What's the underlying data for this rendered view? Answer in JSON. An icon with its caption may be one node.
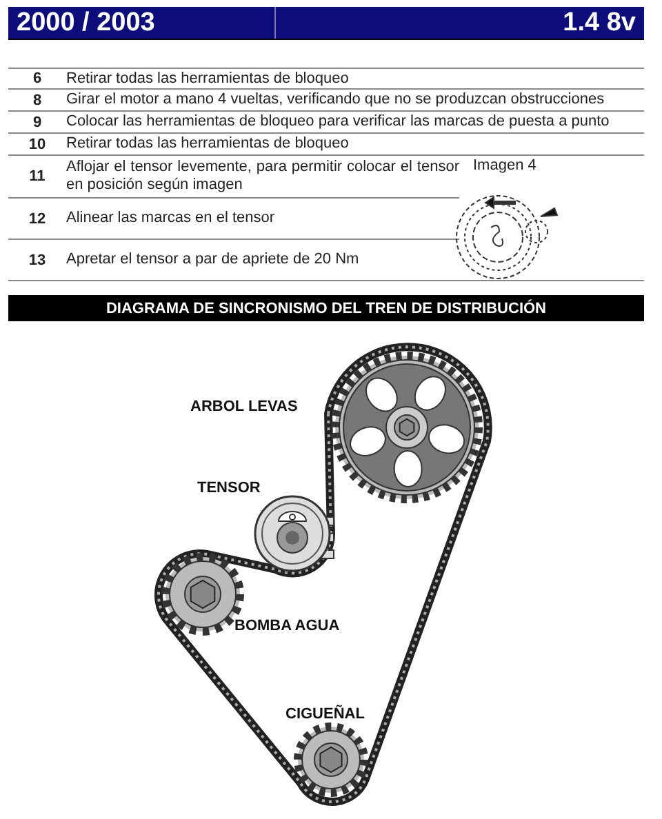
{
  "diagram": {
    "title": "DIAGRAMA DE SINCRONISMO DEL TREN DE DISTRIBUCIÓN",
    "labels": [
      "2000 / 2003",
      "1.4 8v",
      "6",
      "Retirar todas las herramientas de bloqueo",
      "8",
      "Girar el motor a mano 4 vueltas, verificando que no se produzcan obstrucciones",
      "9",
      "Colocar las herramientas de bloqueo para verificar las marcas de puesta a punto",
      "10",
      "Retirar todas las herramientas de bloqueo",
      "11",
      "Aflojar el tensor levemente, para permitir colocar el tensor en posición según imagen",
      "12",
      "Alinear las marcas en el tensor",
      "13",
      "Apretar el tensor a par de apriete de 20 Nm",
      "Imagen 4",
      "ARBOL LEVAS",
      "TENSOR",
      "BOMBA AGUA",
      "CIGUEÑAL"
    ]
  }
}
